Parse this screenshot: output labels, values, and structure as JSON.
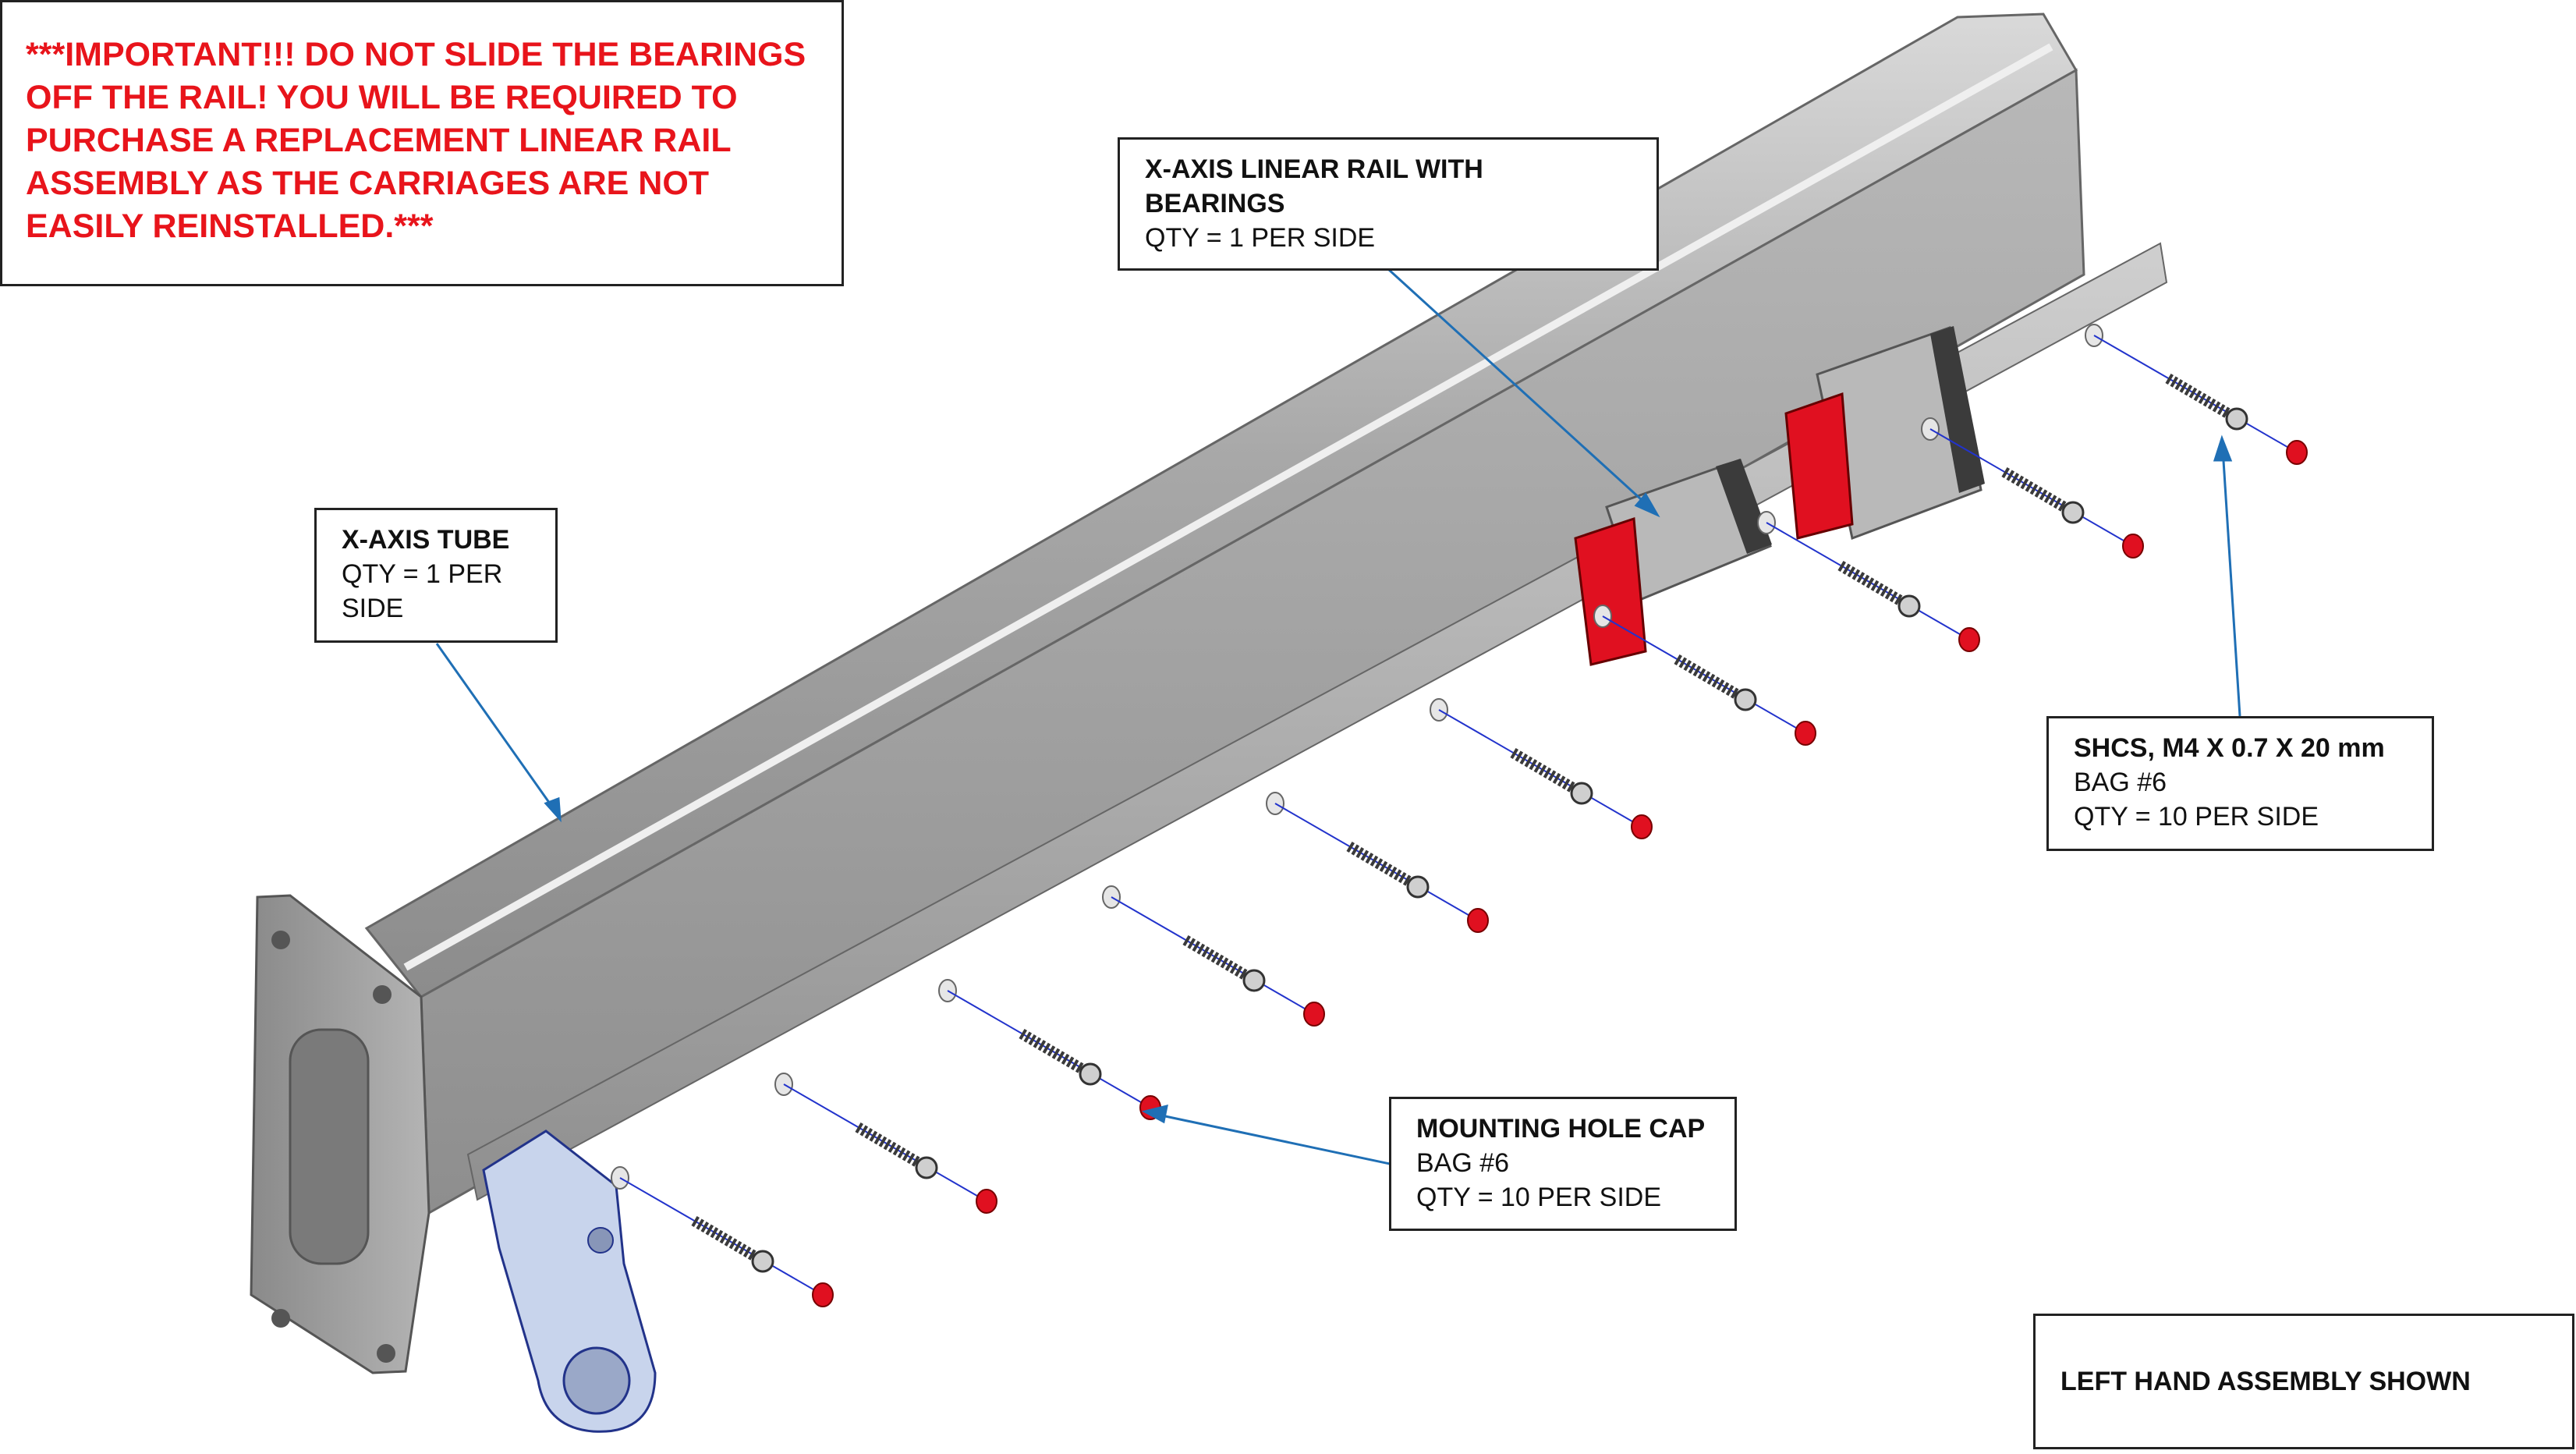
{
  "warning": {
    "lines": [
      "***IMPORTANT!!! DO NOT SLIDE THE BEARINGS",
      "OFF THE RAIL! YOU WILL BE REQUIRED TO",
      "PURCHASE A REPLACEMENT LINEAR RAIL",
      "ASSEMBLY AS THE CARRIAGES ARE NOT",
      "EASILY REINSTALLED.***"
    ]
  },
  "callouts": {
    "linear_rail": {
      "title_lines": [
        "X-AXIS LINEAR RAIL WITH",
        "BEARINGS"
      ],
      "qty": "QTY = 1 PER SIDE"
    },
    "tube": {
      "title": "X-AXIS TUBE",
      "qty_lines": [
        "QTY = 1 PER",
        "SIDE"
      ]
    },
    "shcs": {
      "title": "SHCS, M4 X 0.7 X 20 mm",
      "bag": "BAG #6",
      "qty": "QTY = 10 PER SIDE"
    },
    "cap": {
      "title": "MOUNTING HOLE CAP",
      "bag": "BAG #6",
      "qty": "QTY = 10 PER SIDE"
    }
  },
  "footer": {
    "label": "LEFT HAND ASSEMBLY SHOWN"
  },
  "colors": {
    "warning_text": "#e8141b",
    "leader_line": "#1f6fb5",
    "axis_line": "#2233cc",
    "cap_red": "#e01020",
    "bracket_blue": "#c8d4ec",
    "tube_grey": "#9a9a9a"
  }
}
